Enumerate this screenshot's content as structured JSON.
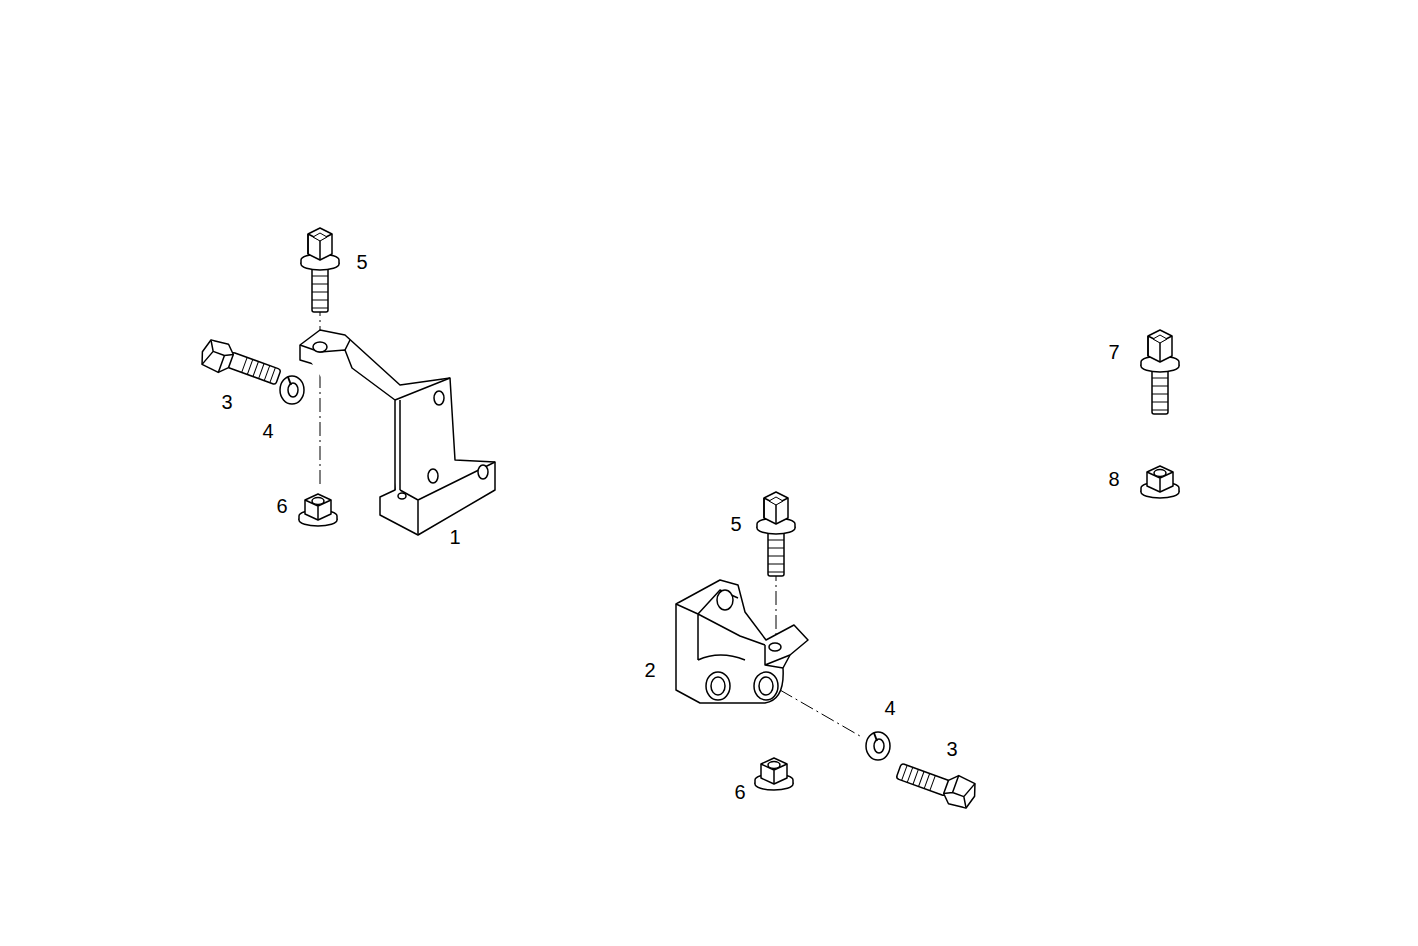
{
  "diagram": {
    "labels": [
      "5",
      "3",
      "4",
      "6",
      "1",
      "7",
      "8",
      "5",
      "2",
      "4",
      "3",
      "6"
    ]
  }
}
